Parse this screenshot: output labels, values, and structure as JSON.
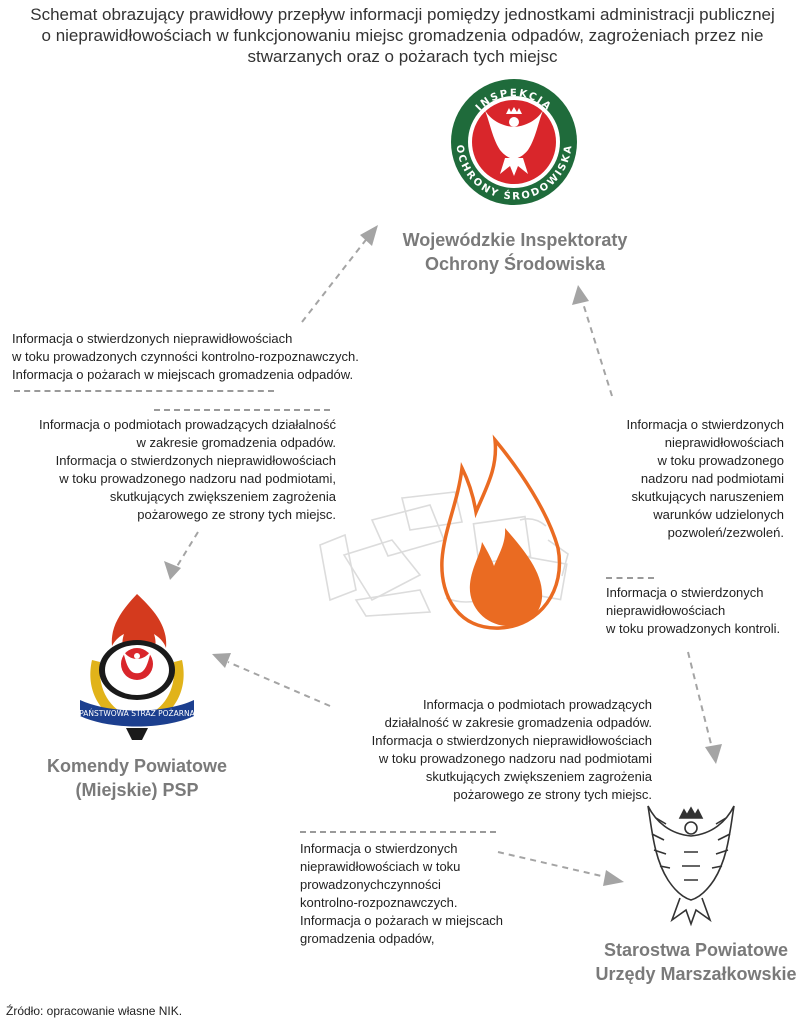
{
  "title": {
    "line1": "Schemat obrazujący prawidłowy przepływ informacji pomiędzy jednostkami administracji publicznej",
    "line2": "o  nieprawidłowościach w funkcjonowaniu miejsc gromadzenia odpadów, zagrożeniach przez nie",
    "line3": "stwarzanych oraz o pożarach tych miejsc"
  },
  "nodes": {
    "wios": {
      "line1": "Wojewódzkie Inspektoraty",
      "line2": "Ochrony Środowiska",
      "logo_top": "INSPEKCJA",
      "logo_bottom": "OCHRONY ŚRODOWISKA"
    },
    "psp": {
      "line1": "Komendy Powiatowe",
      "line2": "(Miejskie) PSP",
      "logo_band": "PAŃSTWOWA  STRAŻ  POŻARNA"
    },
    "starostwa": {
      "line1": "Starostwa Powiatowe",
      "line2": "Urzędy Marszałkowskie"
    }
  },
  "flows": {
    "psp_to_wios": [
      "Informacja o stwierdzonych nieprawidłowościach",
      "w toku prowadzonych czynności  kontrolno-rozpoznawczych.",
      "Informacja o pożarach w miejscach gromadzenia odpadów."
    ],
    "wios_to_psp": [
      "Informacja o podmiotach prowadzących działalność",
      "w zakresie gromadzenia odpadów.",
      "Informacja o stwierdzonych nieprawidłowościach",
      "w toku prowadzonego nadzoru nad podmiotami,",
      "skutkujących zwiększeniem zagrożenia",
      "pożarowego ze strony tych miejsc."
    ],
    "starostwa_to_wios": [
      "Informacja o stwierdzonych",
      "nieprawidłowościach",
      "w toku prowadzonego",
      "nadzoru nad podmiotami",
      "skutkujących naruszeniem",
      "warunków udzielonych",
      "pozwoleń/zezwoleń."
    ],
    "wios_to_starostwa": [
      "Informacja o stwierdzonych",
      "nieprawidłowościach",
      "w toku prowadzonych kontroli."
    ],
    "starostwa_to_psp": [
      "Informacja o podmiotach prowadzących",
      "działalność w zakresie gromadzenia odpadów.",
      "Informacja o stwierdzonych nieprawidłowościach",
      "w toku prowadzonego nadzoru nad podmiotami",
      "skutkujących zwiększeniem zagrożenia",
      "pożarowego ze strony tych miejsc."
    ],
    "psp_to_starostwa": [
      "Informacja o stwierdzonych",
      "nieprawidłowościach w toku",
      "prowadzonychczynności",
      "kontrolno-rozpoznawczych.",
      "Informacja o pożarach w miejscach",
      "gromadzenia odpadów,"
    ]
  },
  "source": "Źródło: opracowanie własne NIK.",
  "colors": {
    "wios_green": "#1f6b3b",
    "seal_red": "#d9262b",
    "flame_orange": "#ea6b22",
    "psp_flame_red": "#d43a1e",
    "psp_blue": "#1c3f8f",
    "psp_gold": "#e1b31a",
    "node_label_grey": "#7a7a7a",
    "arrow_grey": "#9a9a9a"
  }
}
